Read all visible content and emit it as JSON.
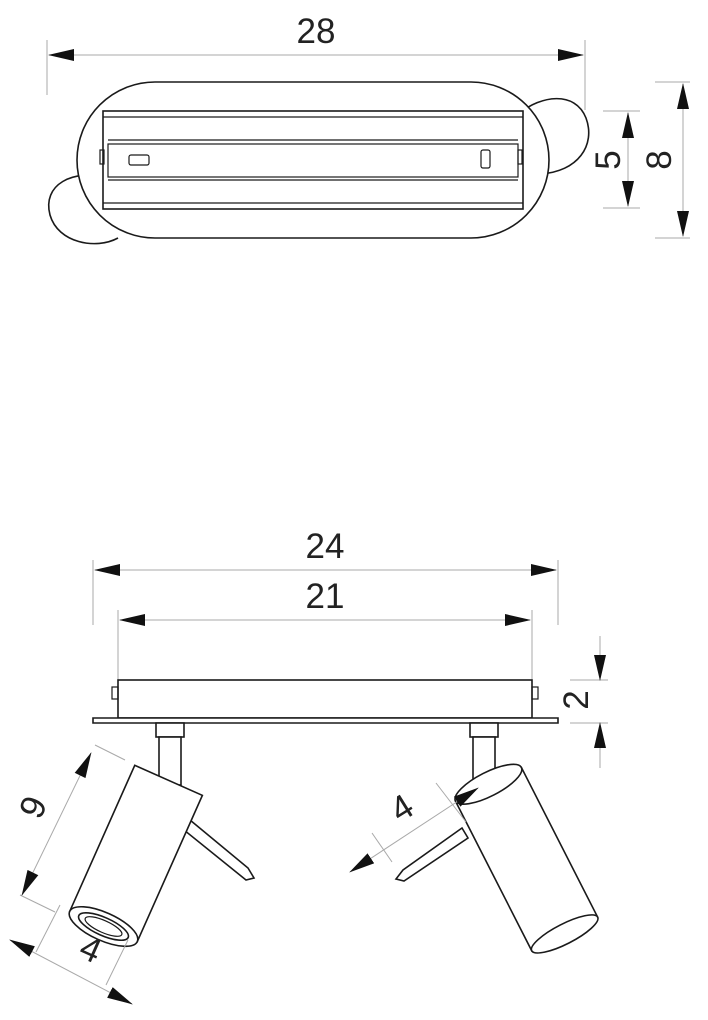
{
  "diagram": {
    "top_view": {
      "width_label": "28",
      "inner_height_label": "5",
      "outer_height_label": "8"
    },
    "side_view": {
      "overall_width_label": "24",
      "body_width_label": "21",
      "depth_label": "2",
      "spot_length_label": "9",
      "spot_diameter_left_label": "4",
      "spot_diameter_right_label": "4"
    }
  }
}
